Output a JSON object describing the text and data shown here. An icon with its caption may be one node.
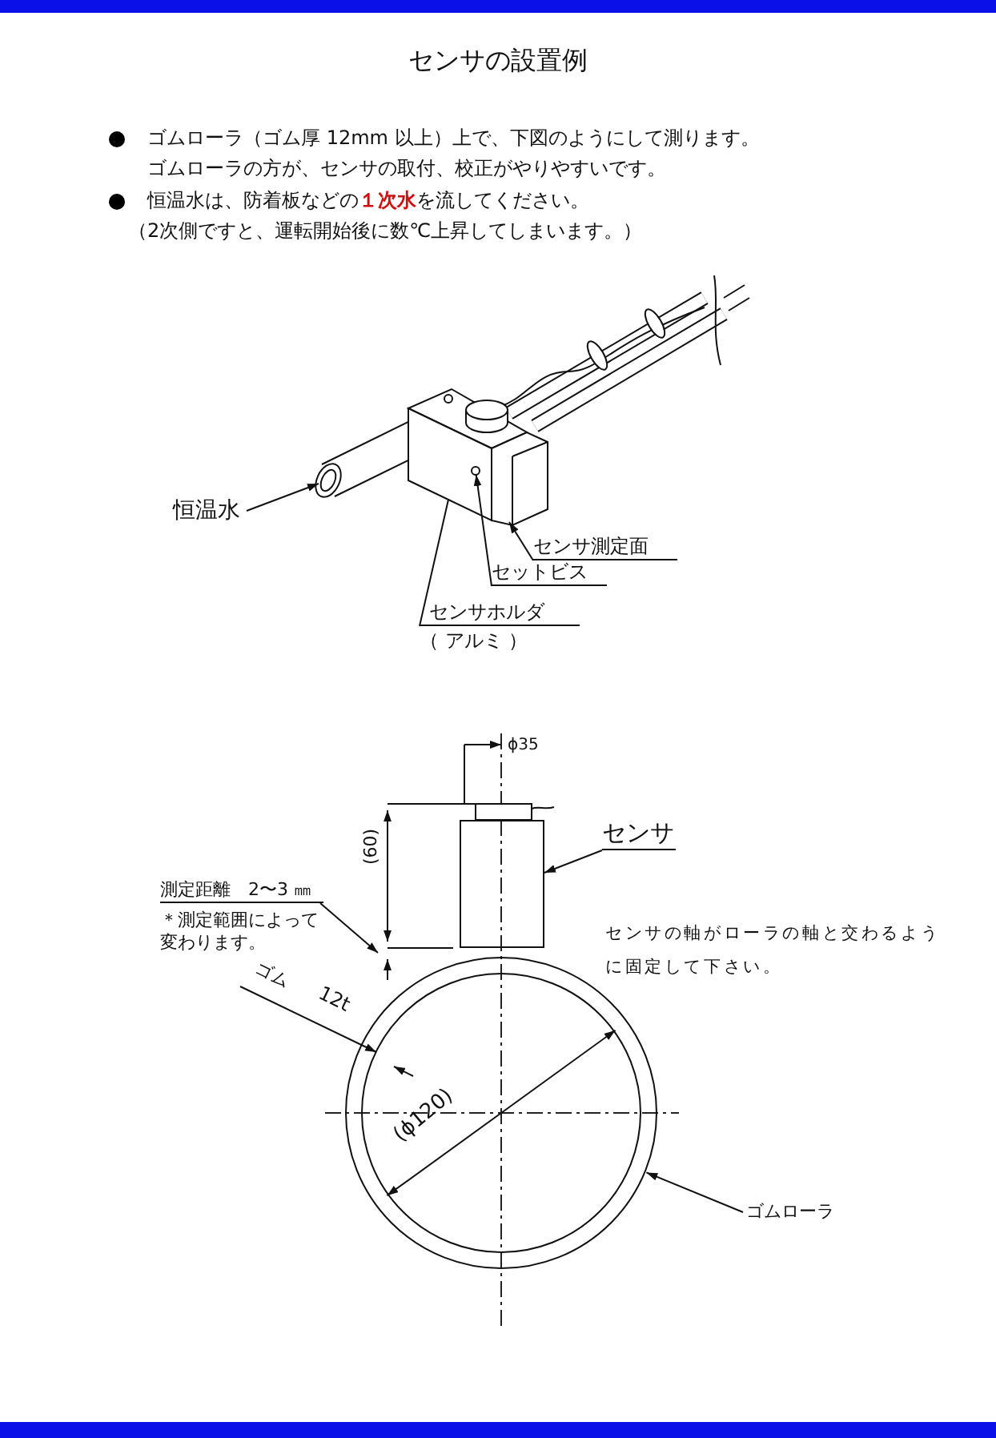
{
  "diagram": {
    "title": "センサの設置例",
    "nodes": [
      {
        "text": [
          "恒温水"
        ]
      },
      {
        "text": [
          "センサ測定面"
        ]
      },
      {
        "text": [
          "セットビス"
        ]
      },
      {
        "text": [
          "センサホルダ",
          "（ アルミ ）"
        ]
      },
      {
        "text": [],
        "shape": "cylinder"
      },
      {
        "text": [],
        "shape": "box"
      },
      {
        "text": [],
        "shape": "circle",
        "in": 5
      },
      {
        "text": [],
        "shape": "box"
      },
      {
        "text": [
          "測定距離　2〜3 ㎜",
          "＊測定範囲によって変わります。"
        ]
      },
      {
        "text": [
          "センサ"
        ]
      },
      {
        "text": [],
        "shape": "box"
      },
      {
        "text": [
          "ゴムローラ"
        ]
      },
      {
        "text": [],
        "shape": "circle"
      }
    ],
    "edges": [
      {
        "from": 0,
        "to": 4,
        "arrow": "to"
      },
      {
        "from": 1,
        "to": 7,
        "arrow": "to"
      },
      {
        "from": 2,
        "to": 6,
        "arrow": "to"
      },
      {
        "from": 3,
        "to": 5,
        "arrow": "none"
      },
      {
        "from": 8,
        "to": null,
        "arrow": "to"
      },
      {
        "from": 9,
        "to": 10,
        "arrow": "to"
      },
      {
        "from": 11,
        "to": 12,
        "arrow": "to"
      }
    ],
    "labels": [
      "ゴムローラ（ゴム厚 12mm 以上）上で、下図のようにして測ります。",
      "ゴムローラの方が、センサの取付、校正がやりやすいです。",
      "恒温水は、防着板などの**１次水**を流してください。",
      "（2次側ですと、運転開始後に数℃上昇してしまいます。）",
      "ϕ35",
      "(60)",
      "ゴム",
      "12t",
      "(ϕ120)",
      "センサの軸がローラの軸と交わるように固定して下さい。"
    ]
  }
}
